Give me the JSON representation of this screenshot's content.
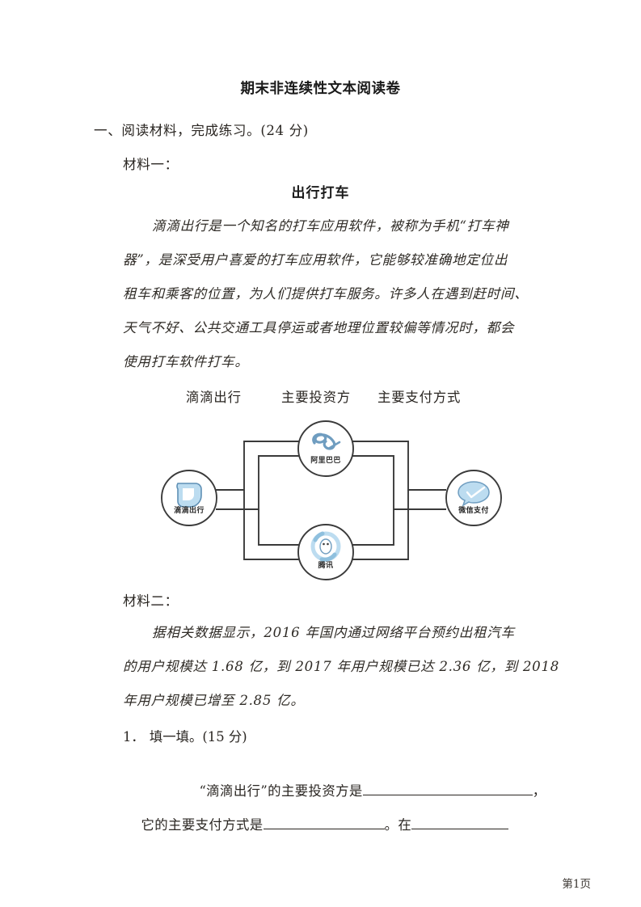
{
  "document": {
    "title": "期末非连续性文本阅读卷",
    "footer_page": "第1页"
  },
  "section": {
    "heading": "一、阅读材料，完成练习。(24 分)",
    "material_one_label": "材料一：",
    "material_two_label": "材料二："
  },
  "article": {
    "title": "出行打车",
    "lines": [
      "滴滴出行是一个知名的打车应用软件，被称为手机“打车神",
      "器”，是深受用户喜爱的打车应用软件，它能够较准确地定位出",
      "租车和乘客的位置，为人们提供打车服务。许多人在遇到赶时间、",
      "天气不好、公共交通工具停运或者地理位置较偏等情况时，都会",
      "使用打车软件打车。"
    ]
  },
  "diagram": {
    "column_headers": [
      "滴滴出行",
      "主要投资方",
      "主要支付方式"
    ],
    "nodes": [
      {
        "id": "didi",
        "label": "滴滴出行",
        "icon": "didi-shield-icon"
      },
      {
        "id": "alibaba",
        "label": "阿里巴巴",
        "icon": "alibaba-e-icon"
      },
      {
        "id": "tencent",
        "label": "腾讯",
        "icon": "tencent-penguin-icon"
      },
      {
        "id": "wechatpay",
        "label": "微信支付",
        "icon": "wechat-bubble-check-icon"
      }
    ],
    "logo_fill": "#bcdcf0",
    "logo_stroke": "#6f9dc0",
    "line_color": "#3a3a3a"
  },
  "material_two": {
    "lines": [
      "据相关数据显示，2016 年国内通过网络平台预约出租汽车",
      "的用户规模达 1.68 亿，到 2017 年用户规模已达 2.36 亿，到 2018",
      "年用户规模已增至 2.85 亿。"
    ],
    "stats": {
      "2016": "1.68 亿",
      "2017": "2.36 亿",
      "2018": "2.85 亿"
    }
  },
  "question": {
    "number": "1．",
    "prompt": "填一填。(15 分)",
    "line1_pre": "“滴滴出行”的主要投资方是",
    "line1_post": "，",
    "line2_pre": "它的主要支付方式是",
    "line2_mid": "。在",
    "line2_post": ""
  }
}
